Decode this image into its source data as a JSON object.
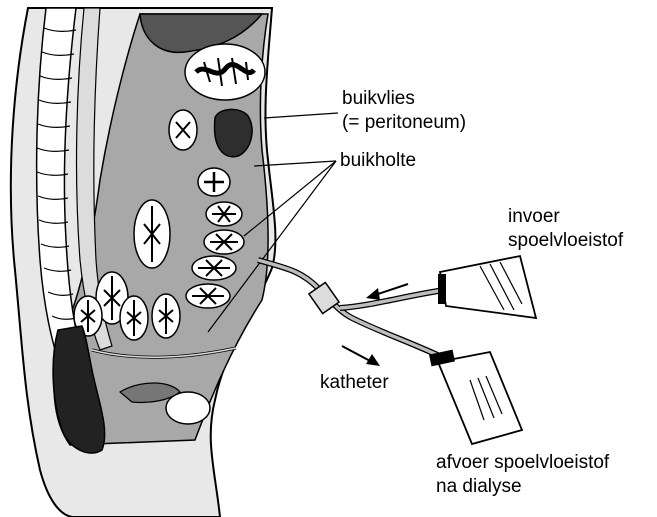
{
  "labels": {
    "peritoneum_line1": "buikvlies",
    "peritoneum_line2": "(= peritoneum)",
    "cavity": "buikholte",
    "inflow_line1": "invoer",
    "inflow_line2": "spoelvloeistof",
    "catheter": "katheter",
    "outflow_line1": "afvoer spoelvloeistof",
    "outflow_line2": "na dialyse"
  },
  "colors": {
    "outline": "#000000",
    "dark": "#3a3a3a",
    "mid": "#9a9a9a",
    "light": "#cfcfcf",
    "paper": "#ffffff"
  }
}
